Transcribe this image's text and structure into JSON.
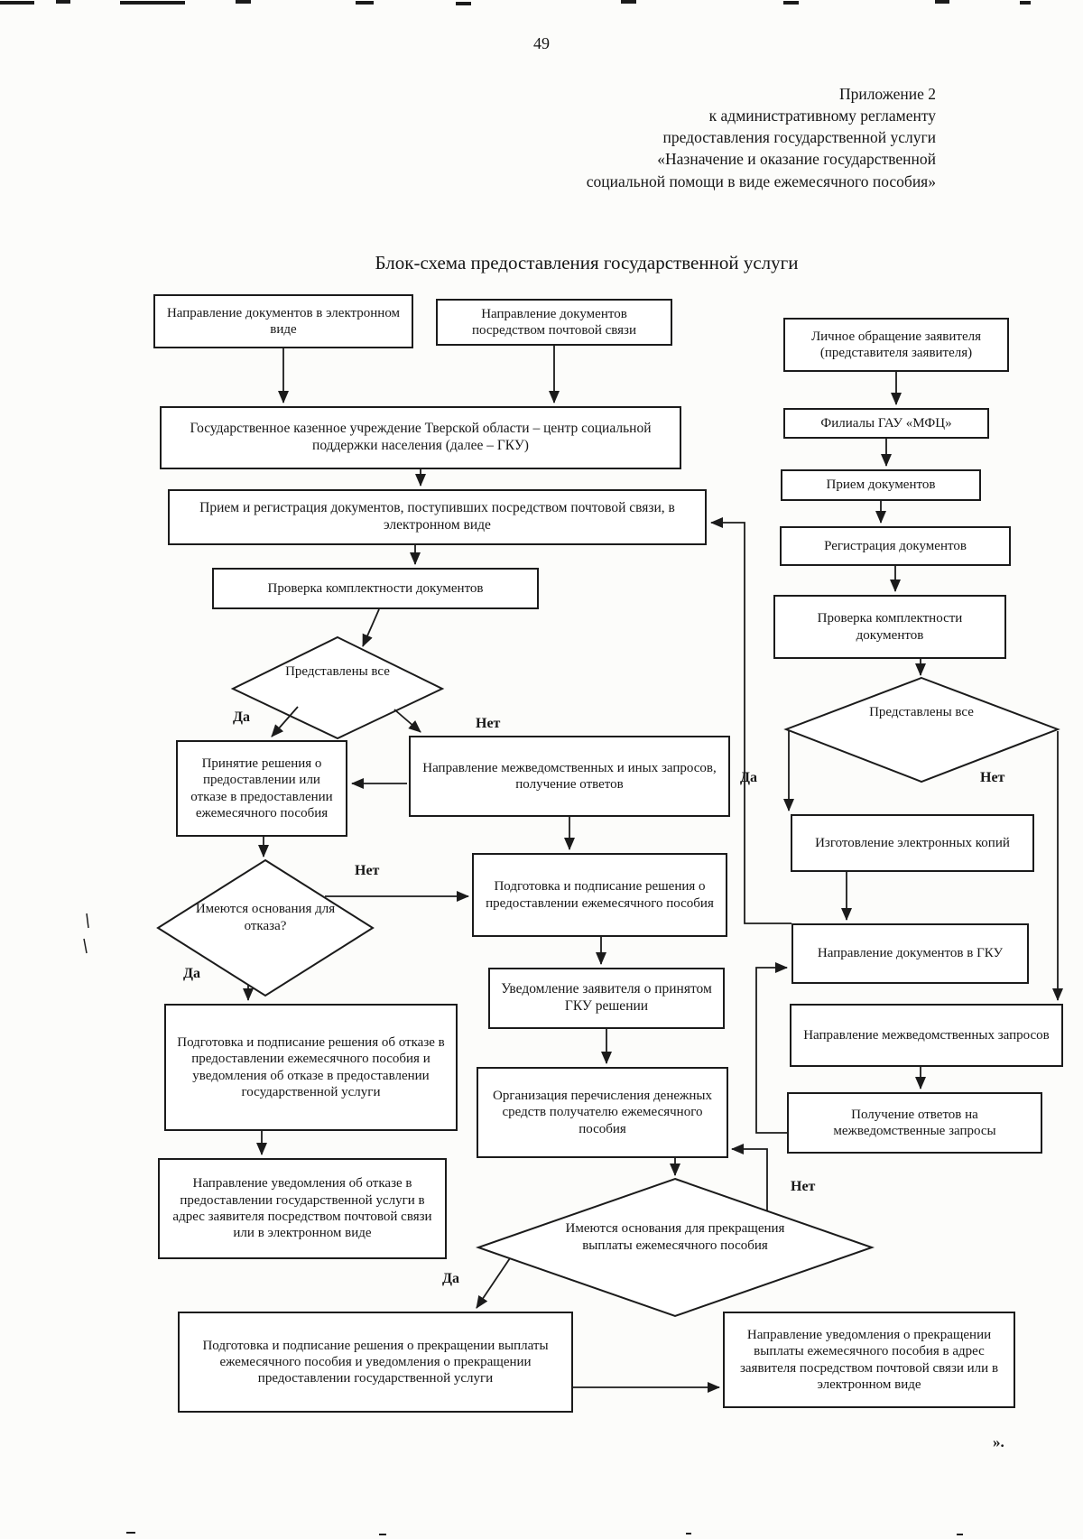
{
  "page": {
    "number": "49",
    "closing_mark": "»."
  },
  "header": {
    "lines": [
      "Приложение 2",
      "к административному регламенту",
      "предоставления государственной услуги",
      "«Назначение и оказание государственной",
      "социальной помощи в виде ежемесячного пособия»"
    ]
  },
  "title": "Блок-схема предоставления государственной услуги",
  "decision_labels": {
    "yes": "Да",
    "no": "Нет"
  },
  "colors": {
    "ink": "#1b1b1b",
    "paper": "#fcfcfa"
  },
  "nodes": {
    "send_electronic": "Направление документов в электронном виде",
    "send_postal": "Направление документов посредством почтовой связи",
    "personal_visit": "Личное обращение заявителя (представителя заявителя)",
    "gku_center": "Государственное казенное учреждение Тверской области – центр социальной поддержки населения (далее – ГКУ)",
    "reception_registration": "Прием и регистрация документов, поступивших посредством почтовой связи, в электронном виде",
    "completeness_check": "Проверка комплектности документов",
    "docs_complete": "Представлены все",
    "decision_grant_refuse": "Принятие решения о предоставлении или отказе в предоставлении ежемесячного пособия",
    "interagency_requests": "Направление межведомственных и иных запросов, получение ответов",
    "prepare_grant_decision": "Подготовка и подписание решения о предоставлении ежемесячного пособия",
    "refusal_grounds": "Имеются основания для отказа?",
    "prepare_refusal_decision": "Подготовка и подписание решения об отказе в предоставлении ежемесячного пособия и уведомления об отказе в предоставлении государственной услуги",
    "send_refusal_notice": "Направление уведомления об отказе в предоставлении государственной услуги в адрес заявителя посредством почтовой связи или в электронном виде",
    "notify_applicant": "Уведомление заявителя о принятом ГКУ решении",
    "organize_transfer": "Организация перечисления денежных средств получателю ежемесячного пособия",
    "termination_grounds": "Имеются основания для прекращения выплаты ежемесячного пособия",
    "prepare_termination_decision": "Подготовка и подписание решения о прекращении выплаты ежемесячного пособия и уведомления о прекращении предоставлении государственной услуги",
    "send_termination_notice": "Направление уведомления о прекращении выплаты ежемесячного пособия в адрес заявителя посредством почтовой связи или в электронном виде",
    "mfc_branches": "Филиалы ГАУ «МФЦ»",
    "mfc_reception": "Прием документов",
    "mfc_registration": "Регистрация документов",
    "mfc_completeness_check": "Проверка комплектности документов",
    "mfc_docs_complete": "Представлены все",
    "make_electronic_copies": "Изготовление электронных копий",
    "send_docs_to_gku": "Направление документов в ГКУ",
    "send_interagency_requests": "Направление межведомственных запросов",
    "receive_interagency_answers": "Получение ответов на межведомственные запросы"
  }
}
